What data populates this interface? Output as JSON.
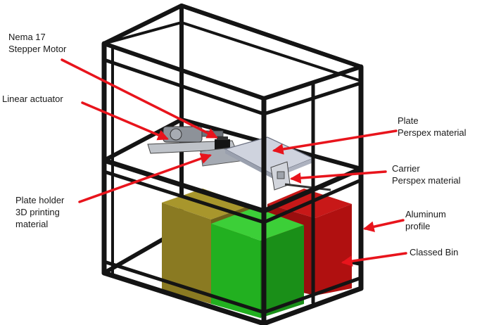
{
  "labels": {
    "motor": [
      "Nema 17",
      "Stepper Motor"
    ],
    "actuator": [
      "Linear actuator"
    ],
    "plate": [
      "Plate",
      "Perspex material"
    ],
    "carrier": [
      "Carrier",
      "Perspex material"
    ],
    "holder": [
      "Plate holder",
      "3D printing",
      "material"
    ],
    "profile": [
      "Aluminum",
      "profile"
    ],
    "bin": [
      "Classed Bin"
    ]
  },
  "colors": {
    "frame": "#141414",
    "arrow": "#e8141c",
    "bin_olive": "#8a7a22",
    "bin_green": "#22b020",
    "bin_red": "#b01010",
    "perspex": "#c8ccd8"
  }
}
